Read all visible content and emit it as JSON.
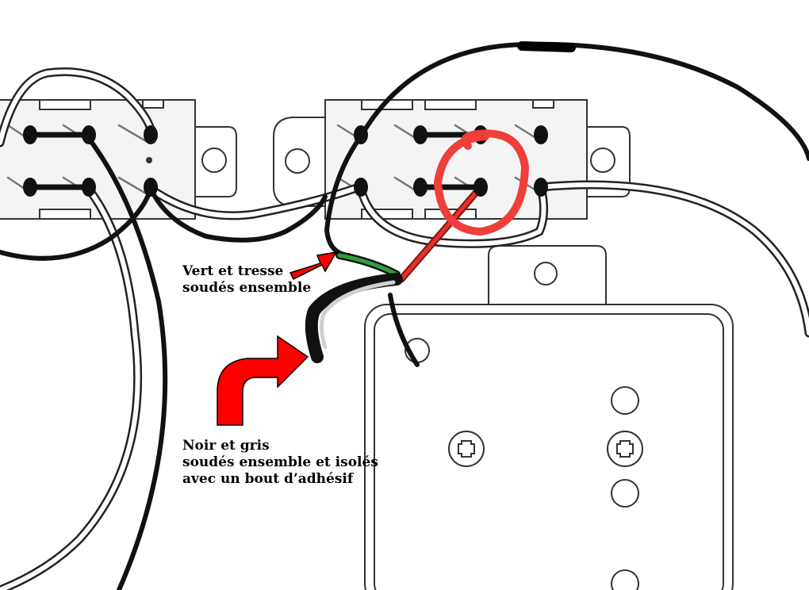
{
  "annotations": {
    "green_braid": {
      "line1": "Vert et tresse",
      "line2": "soudés ensemble"
    },
    "black_grey": {
      "line1": "Noir et gris",
      "line2": "soudés ensemble et isolés",
      "line3": "avec un bout d’adhésif"
    }
  },
  "colors": {
    "wire_black": "#111111",
    "wire_white": "#ffffff",
    "wire_green": "#2e9e3e",
    "wire_red": "#e8302a",
    "highlight_circle": "#ee3f3a",
    "arrow_red": "#ff0000"
  }
}
